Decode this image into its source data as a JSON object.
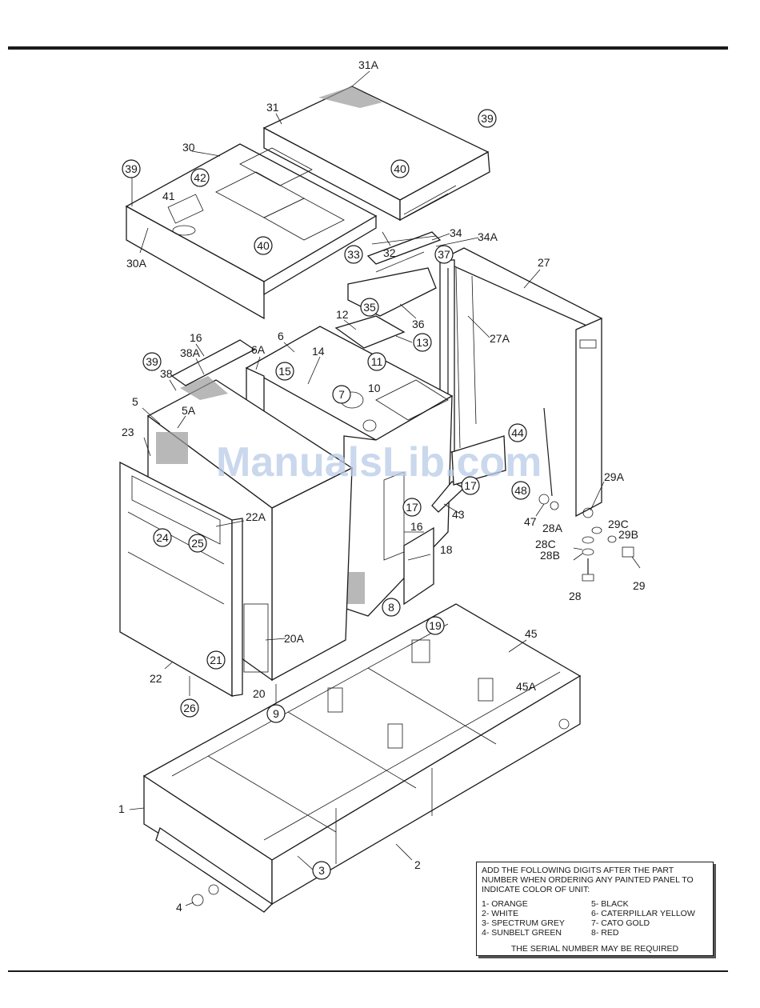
{
  "watermark": "ManualsLib.com",
  "callouts_plain": {
    "p31A": "31A",
    "p31": "31",
    "p30": "30",
    "p41": "41",
    "p30A": "30A",
    "p34": "34",
    "p34A": "34A",
    "p32": "32",
    "p27": "27",
    "p27A": "27A",
    "p12": "12",
    "p14": "14",
    "p6A": "6A",
    "p6": "6",
    "p10": "10",
    "p36": "36",
    "p16a": "16",
    "p38A": "38A",
    "p38": "38",
    "p5": "5",
    "p5A": "5A",
    "p23": "23",
    "p22A": "22A",
    "p16b": "16",
    "p18": "18",
    "p43": "43",
    "p29A": "29A",
    "p47": "47",
    "p28A": "28A",
    "p29C": "29C",
    "p29B": "29B",
    "p28C": "28C",
    "p28B": "28B",
    "p28": "28",
    "p29": "29",
    "p20A": "20A",
    "p22": "22",
    "p20": "20",
    "p45": "45",
    "p45A": "45A",
    "p1": "1",
    "p2": "2",
    "p4": "4"
  },
  "callouts_circled": {
    "c39a": "39",
    "c39b": "39",
    "c40a": "40",
    "c42": "42",
    "c40b": "40",
    "c33": "33",
    "c37": "37",
    "c35": "35",
    "c13": "13",
    "c11": "11",
    "c15": "15",
    "c7": "7",
    "c39c": "39",
    "c44": "44",
    "c17a": "17",
    "c48": "48",
    "c17b": "17",
    "c24": "24",
    "c25": "25",
    "c8": "8",
    "c19": "19",
    "c21": "21",
    "c26": "26",
    "c9": "9",
    "c3": "3"
  },
  "color_note": {
    "heading": "ADD THE FOLLOWING DIGITS AFTER THE PART NUMBER WHEN ORDERING ANY PAINTED PANEL TO INDICATE COLOR OF UNIT:",
    "colors": [
      "1- ORANGE",
      "5- BLACK",
      "2- WHITE",
      "6- CATERPILLAR YELLOW",
      "3- SPECTRUM GREY",
      "7- CATO GOLD",
      "4- SUNBELT GREEN",
      "8- RED"
    ],
    "footer": "THE SERIAL NUMBER MAY BE REQUIRED"
  }
}
